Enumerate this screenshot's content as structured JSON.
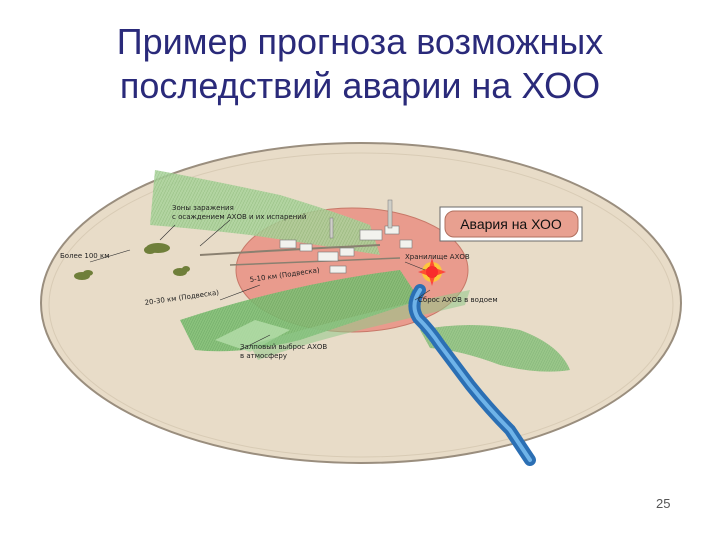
{
  "slide": {
    "title_line1": "Пример прогноза возможных",
    "title_line2": "последствий аварии на ХОО",
    "slide_number": "25"
  },
  "diagram": {
    "callout": "Авария на ХОО",
    "labels": {
      "zones": "Зоны заражения",
      "zones2": "с осаждением АХОВ и их испарений",
      "far": "Более 100 км",
      "km510": "5-10 км (Подвеска)",
      "km2030": "20-30 км (Подвеска)",
      "storage": "Хранилище АХОВ",
      "discharge": "Сброс АХОВ в водоем",
      "release1": "Залповый выброс АХОВ",
      "release2": "в атмосферу"
    },
    "colors": {
      "ellipse_fill": "#e8dcc8",
      "ellipse_stroke": "#9a8e7e",
      "zone_pink": "#e99b8d",
      "plume_green": "#9fcf90",
      "river_blue": "#2b6fb4",
      "callout_fill": "#e8a090",
      "title": "#2a2a7a"
    }
  }
}
